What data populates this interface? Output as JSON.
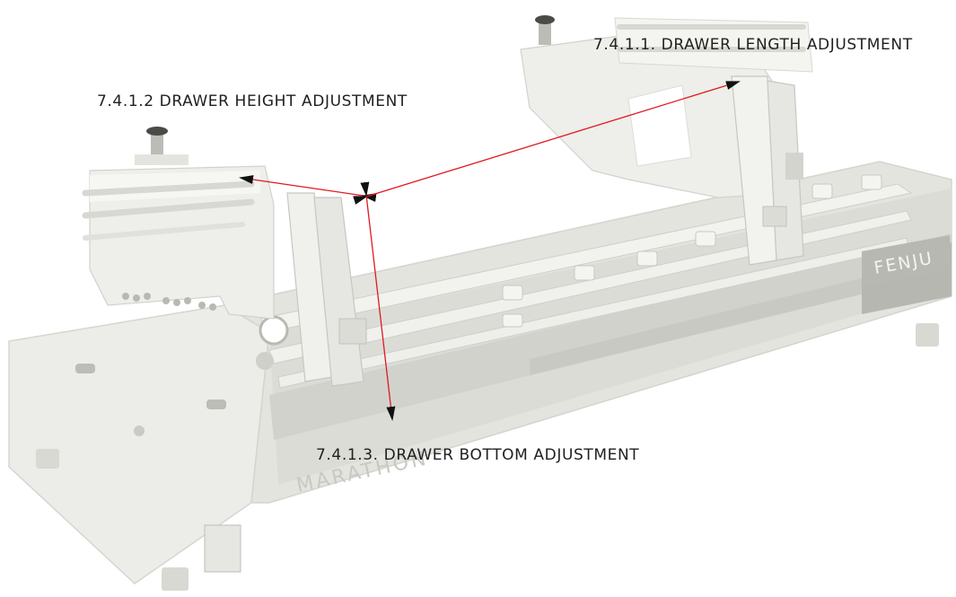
{
  "labels": {
    "height": "7.4.1.2 DRAWER HEIGHT ADJUSTMENT",
    "length": "7.4.1.1. DRAWER LENGTH ADJUSTMENT",
    "bottom": "7.4.1.3. DRAWER BOTTOM ADJUSTMENT"
  },
  "branding": {
    "fenju": "FENJU",
    "marathon": "MARATHON"
  },
  "colors": {
    "arrow": "#e0191f",
    "arrowhead": "#111111",
    "machine_light": "#ecece8",
    "machine_mid": "#dcdcd7",
    "machine_dark": "#c4c4bf"
  }
}
